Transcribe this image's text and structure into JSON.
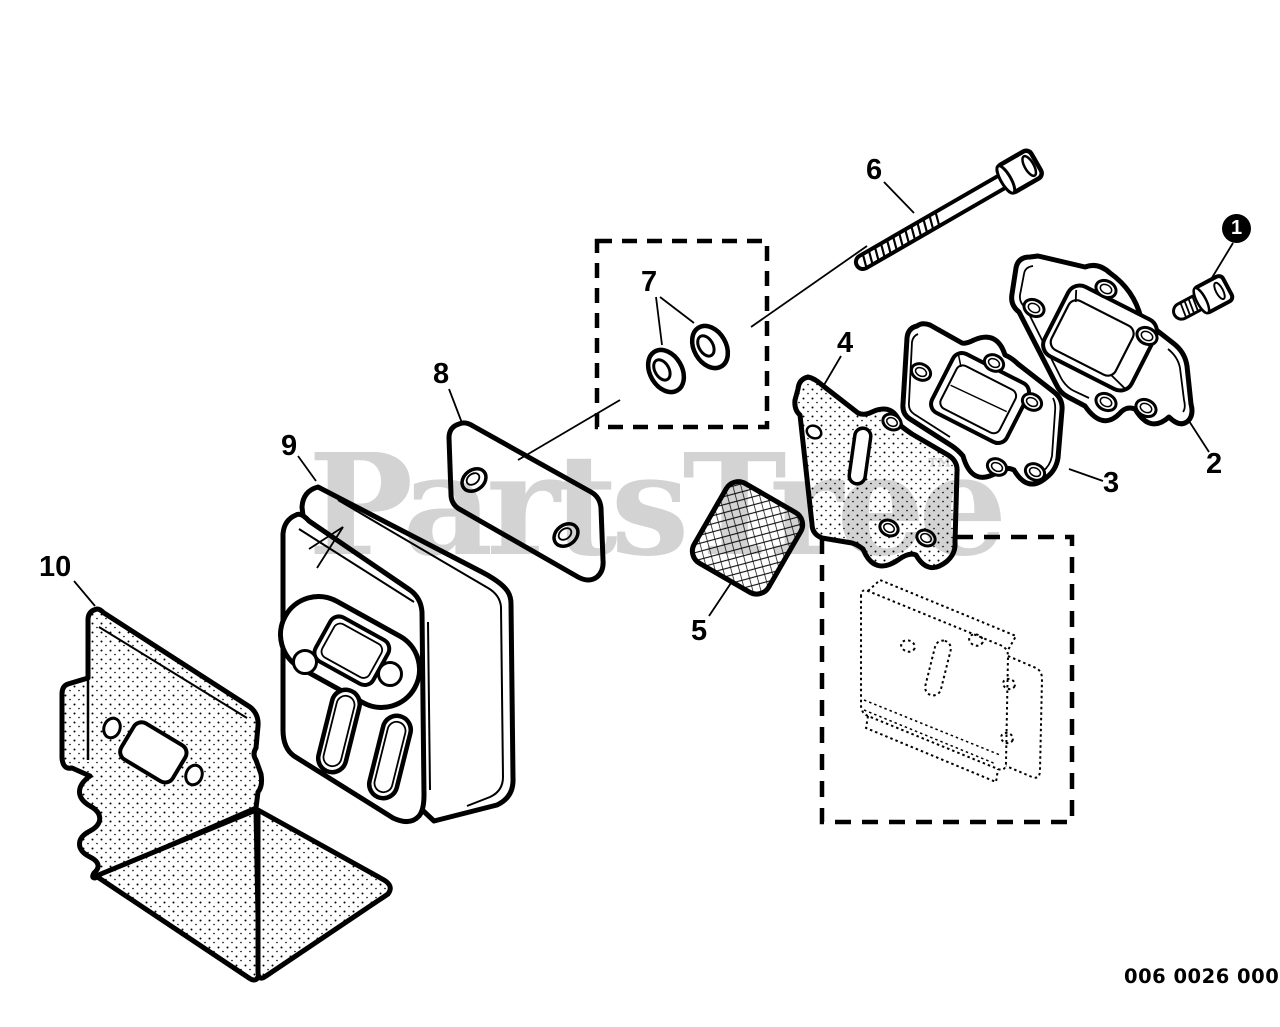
{
  "diagram": {
    "code": "006 0026 000",
    "watermark": {
      "text": "PartsTree",
      "tm": "™"
    },
    "background": "#ffffff",
    "line_color": "#000000",
    "watermark_color": "#d3d3d3",
    "callouts": [
      {
        "label": "1",
        "style": "filled-circle",
        "part": "socket screw"
      },
      {
        "label": "2",
        "style": "plain",
        "part": "insulator block"
      },
      {
        "label": "3",
        "style": "plain",
        "part": "gasket plate"
      },
      {
        "label": "4",
        "style": "plain",
        "part": "exhaust gasket"
      },
      {
        "label": "5",
        "style": "plain",
        "part": "spark arrestor screen"
      },
      {
        "label": "6",
        "style": "plain",
        "part": "long bolt"
      },
      {
        "label": "7",
        "style": "plain",
        "part": "washers (2)"
      },
      {
        "label": "8",
        "style": "plain",
        "part": "cover plate"
      },
      {
        "label": "9",
        "style": "plain",
        "part": "muffler"
      },
      {
        "label": "10",
        "style": "plain",
        "part": "muffler shield"
      }
    ]
  }
}
